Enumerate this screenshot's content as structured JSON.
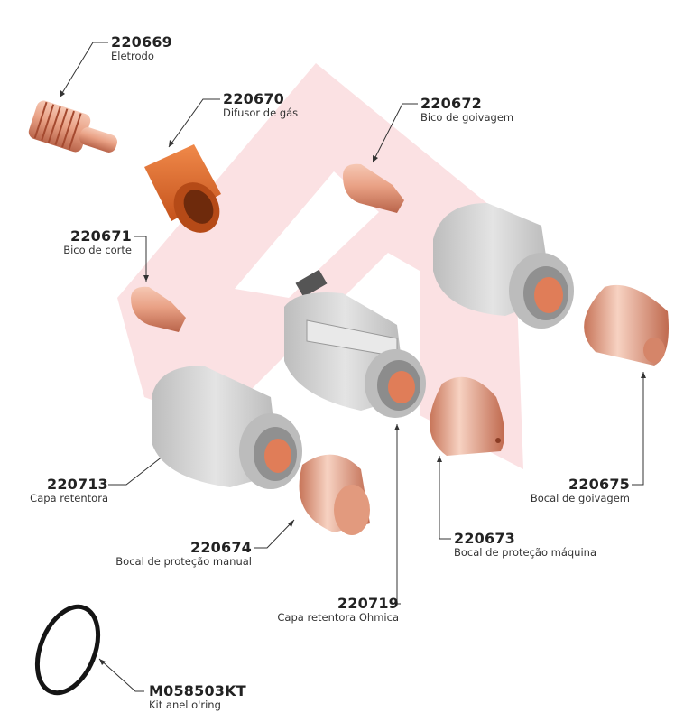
{
  "diagram": {
    "parts": [
      {
        "code": "220669",
        "name": "Eletrodo"
      },
      {
        "code": "220670",
        "name": "Difusor de gás"
      },
      {
        "code": "220672",
        "name": "Bico de goivagem"
      },
      {
        "code": "220671",
        "name": "Bico de corte"
      },
      {
        "code": "220675",
        "name": "Bocal de goivagem"
      },
      {
        "code": "220713",
        "name": "Capa retentora"
      },
      {
        "code": "220674",
        "name": "Bocal de proteção manual"
      },
      {
        "code": "220673",
        "name": "Bocal de proteção máquina"
      },
      {
        "code": "220719",
        "name": "Capa retentora Ohmica"
      },
      {
        "code": "M058503KT",
        "name": "Kit anel o'ring"
      }
    ],
    "colors": {
      "copper": "#e6987a",
      "orange": "#e2692a",
      "gray": "#d6d6d6",
      "watermark": "#f7c9cc",
      "leader": "#333333"
    }
  }
}
